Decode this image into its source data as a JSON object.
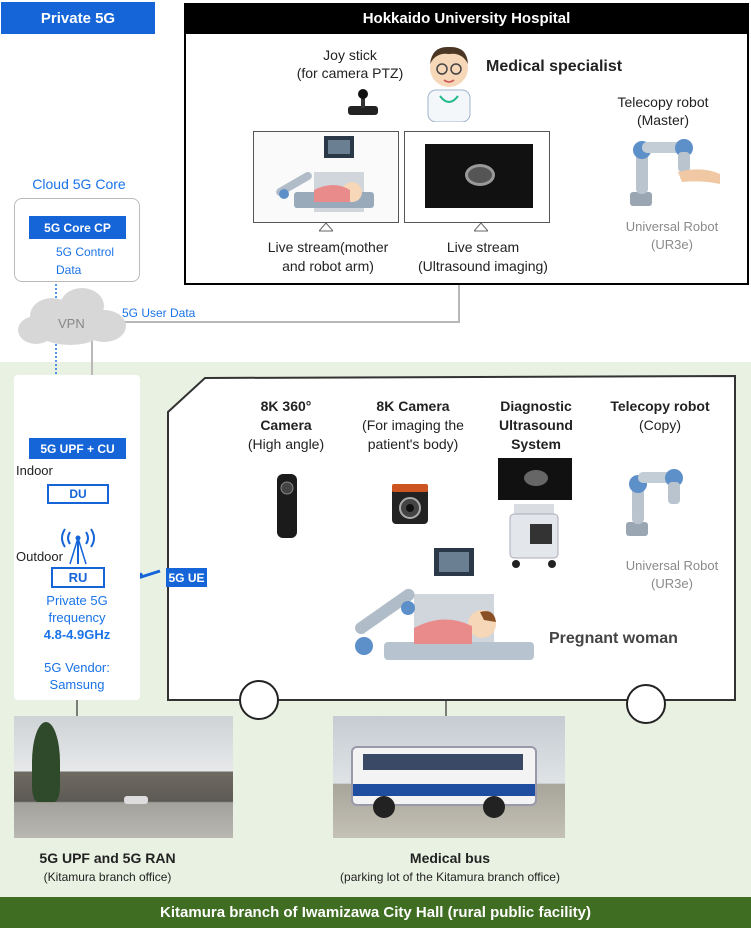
{
  "private5g": {
    "title": "Private 5G"
  },
  "hospital": {
    "title": "Hokkaido University Hospital",
    "joystick": {
      "line1": "Joy stick",
      "line2": "(for camera PTZ)"
    },
    "specialist": "Medical specialist",
    "telecopy_master": {
      "line1": "Telecopy robot",
      "line2": "(Master)"
    },
    "ur": {
      "line1": "Universal Robot",
      "line2": "(UR3e)"
    },
    "stream1": {
      "line1": "Live stream(mother",
      "line2": "and robot arm)"
    },
    "stream2": {
      "line1": "Live stream",
      "line2": "(Ultrasound imaging)"
    }
  },
  "cloud": {
    "title": "Cloud 5G Core",
    "core_cp": "5G Core CP",
    "control1": "5G Control",
    "control2": "Data",
    "vpn": "VPN",
    "user_data": "5G User Data"
  },
  "site": {
    "upf": "5G UPF + CU",
    "indoor": "Indoor",
    "du": "DU",
    "outdoor": "Outdoor",
    "ru": "RU",
    "freq1": "Private 5G",
    "freq2": "frequency",
    "freq3": "4.8-4.9GHz",
    "vendor1": "5G Vendor:",
    "vendor2": "Samsung",
    "ue": "5G UE"
  },
  "bus": {
    "cam360": {
      "line1": "8K 360°",
      "line2": "Camera",
      "line3": "(High angle)"
    },
    "cam8k": {
      "line1": "8K Camera",
      "line2": "(For imaging the",
      "line3": "patient's body)"
    },
    "diag": {
      "line1": "Diagnostic",
      "line2": "Ultrasound",
      "line3": "System"
    },
    "telecopy_copy": {
      "line1": "Telecopy robot",
      "line2": "(Copy)"
    },
    "ur": {
      "line1": "Universal Robot",
      "line2": "(UR3e)"
    },
    "pregnant": "Pregnant woman"
  },
  "photos": {
    "left_caption1": "5G UPF and 5G RAN",
    "left_caption2": "(Kitamura branch office)",
    "right_caption1": "Medical bus",
    "right_caption2": "(parking lot of the Kitamura branch office)"
  },
  "footer": "Kitamura branch of Iwamizawa City Hall (rural public facility)"
}
